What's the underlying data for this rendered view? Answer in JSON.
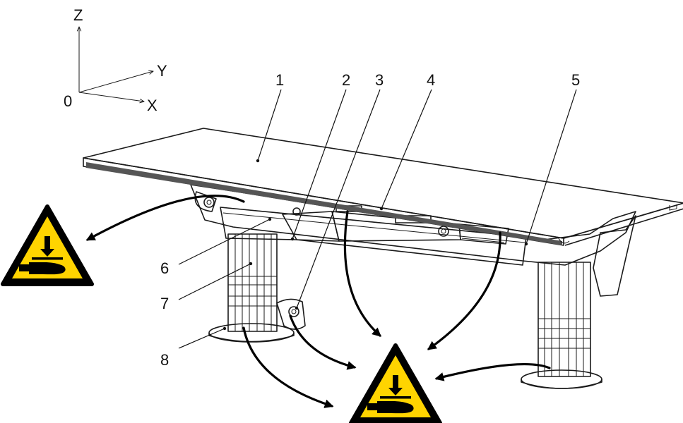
{
  "axes": {
    "z_label": "Z",
    "y_label": "Y",
    "x_label": "X",
    "origin_label": "0"
  },
  "callouts": [
    "1",
    "2",
    "3",
    "4",
    "5",
    "6",
    "7",
    "8"
  ],
  "warning_sign": {
    "icon": "hand-crush-hazard-icon",
    "fill_color": "#FFD400",
    "border_color": "#000000"
  }
}
